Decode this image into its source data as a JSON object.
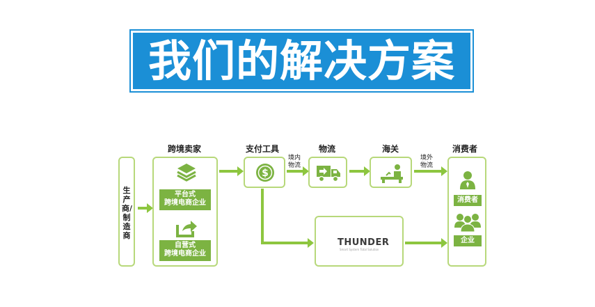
{
  "title": "我们的解决方案",
  "columns": {
    "cross_border_seller": "跨境卖家",
    "payment_tool": "支付工具",
    "logistics": "物流",
    "customs": "海关",
    "consumer": "消费者"
  },
  "producer": "生产商/制造商",
  "seller_types": {
    "platform": "平台式\n跨境电商企业",
    "self_operated": "自营式\n跨境电商企业"
  },
  "flow_labels": {
    "domestic_logistics": "境内\n物流",
    "overseas_logistics": "境外\n物流"
  },
  "thunder": {
    "logo": "THUNDER",
    "tagline": "Smart System Total Solution"
  },
  "consumer_types": {
    "individual": "消费者",
    "enterprise": "企业"
  },
  "colors": {
    "title_bg": "#1b8fd6",
    "accent_green": "#7cb342",
    "box_border": "#b7d87a"
  }
}
